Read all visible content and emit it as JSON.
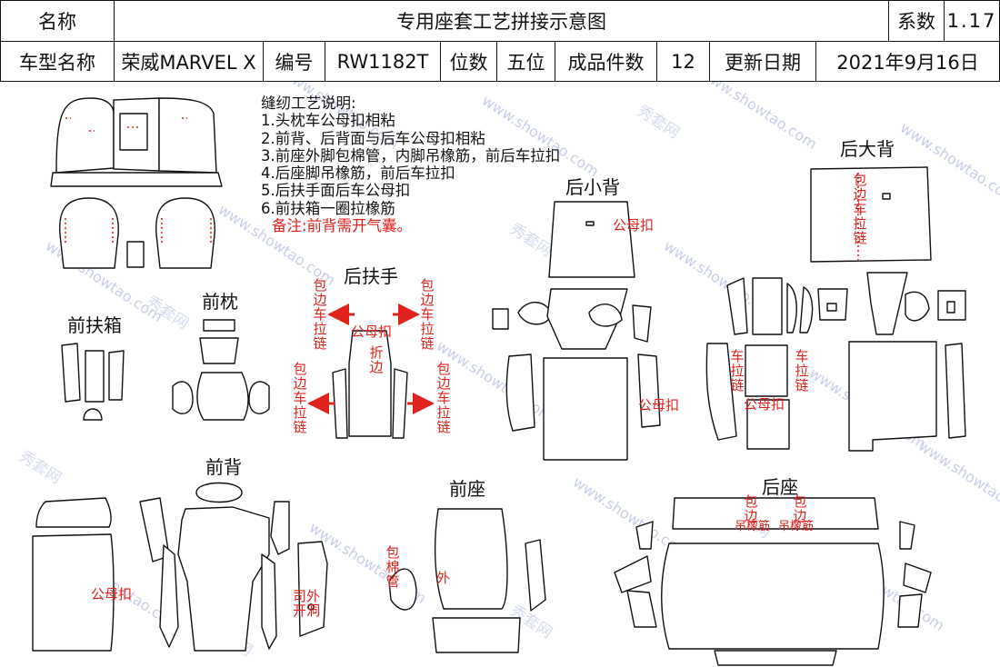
{
  "header": {
    "name_label": "名称",
    "title": "专用座套工艺拼接示意图",
    "coef_label": "系数",
    "coef_value": "1.17",
    "model_label": "车型名称",
    "model_value": "荣威MARVEL X",
    "code_label": "编号",
    "code_value": "RW1182T",
    "seats_label": "位数",
    "seats_value": "五位",
    "pieces_label": "成品件数",
    "pieces_value": "12",
    "date_label": "更新日期",
    "date_value": "2021年9月16日"
  },
  "notes": {
    "title": "缝纫工艺说明:",
    "items": [
      "1.头枕车公母扣相粘",
      "2.前背、后背面与后车公母扣相粘",
      "3.前座外脚包棉管，内脚吊橡筋，前后车拉扣",
      "4.后座脚吊橡筋，前后车拉扣",
      "5.后扶手面后车公母扣",
      "6.前扶箱一圈拉橡筋"
    ],
    "remark": "备注:前背需开气囊。"
  },
  "sections": {
    "front_armrest": "前扶箱",
    "front_headrest": "前枕",
    "rear_armrest": "后扶手",
    "rear_small_back": "后小背",
    "rear_big_back": "后大背",
    "front_back": "前背",
    "front_seat": "前座",
    "rear_seat": "后座"
  },
  "labels": {
    "binding_zipper": "包边车拉链",
    "snap": "公母扣",
    "fold_edge": "折边",
    "zipper": "车拉链",
    "foam_pipe": "包棉管",
    "outer": "外",
    "driver_hole": "司外开洞",
    "binding": "包边",
    "elastic": "吊橡筋"
  },
  "watermarks": [
    "www.showtao.com",
    "秀套网"
  ],
  "colors": {
    "accent": "#e0221c",
    "line": "#111111"
  }
}
